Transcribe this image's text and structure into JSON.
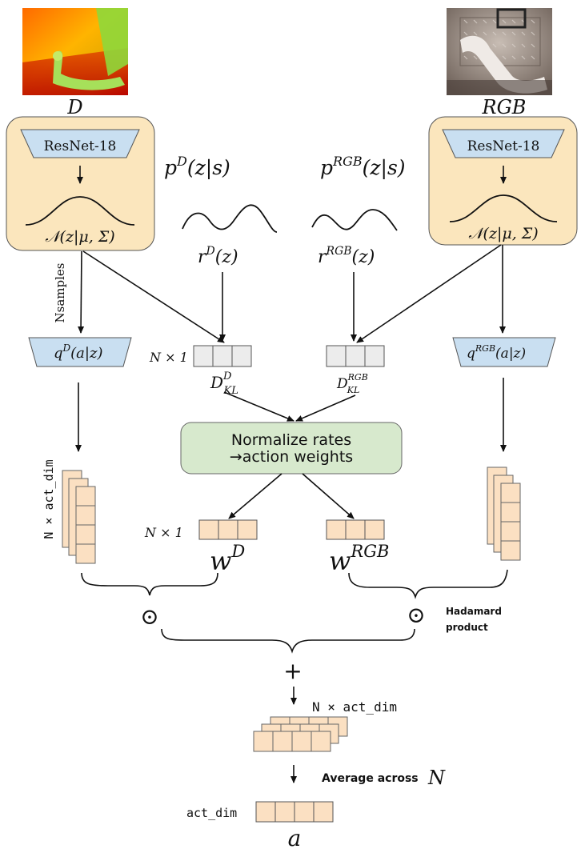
{
  "inputs": {
    "depth": {
      "label": "D"
    },
    "rgb": {
      "label": "RGB"
    }
  },
  "encoder": {
    "backbone_label": "ResNet-18",
    "dist_label": "𝒩(z|μ, Σ)"
  },
  "posteriors": {
    "depth": "p",
    "depth_sup": "D",
    "rgb": "p",
    "rgb_sup": "RGB",
    "arg": "(z|s)"
  },
  "priors": {
    "depth": "r",
    "depth_sup": "D",
    "rgb": "r",
    "rgb_sup": "RGB",
    "arg": "(z)"
  },
  "samples_label": "Nsamples",
  "policy_heads": {
    "depth": "q",
    "depth_sup": "D",
    "rgb": "q",
    "rgb_sup": "RGB",
    "arg": "(a|z)"
  },
  "kl": {
    "shape": "N × 1",
    "depth_main": "D",
    "depth_sup": "D",
    "depth_sub": "KL",
    "rgb_main": "D",
    "rgb_sup": "RGB",
    "rgb_sub": "KL"
  },
  "normalize": {
    "line1": "Normalize rates",
    "line2": "→action weights"
  },
  "action_stack_shape": "N × act_dim",
  "weights": {
    "shape": "N × 1",
    "depth_main": "w",
    "depth_sup": "D",
    "rgb_main": "w",
    "rgb_sup": "RGB"
  },
  "hadamard": {
    "symbol": "⊙",
    "label_line1": "Hadamard",
    "label_line2": "product"
  },
  "sum_symbol": "+",
  "combined_shape": "N × act_dim",
  "average": {
    "label": "Average across",
    "var": "N"
  },
  "output": {
    "shape": "act_dim",
    "var": "a"
  },
  "colors": {
    "encoder_box": "#fbe6bd",
    "blue_block": "#c9dff1",
    "green_box": "#d7e9cd",
    "orange_cell": "#fbe0c2",
    "grey_cell": "#ececec"
  }
}
